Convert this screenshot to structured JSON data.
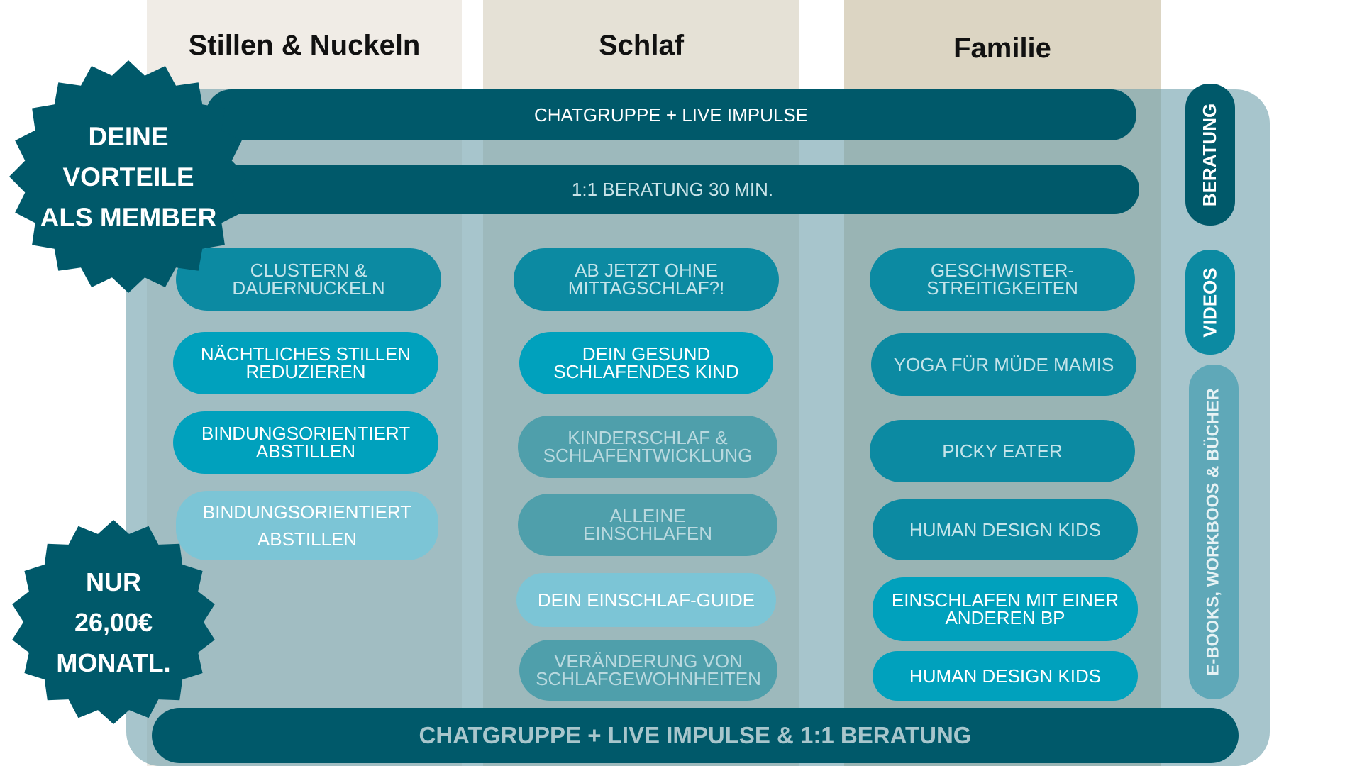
{
  "columns": {
    "stillen": "Stillen & Nuckeln",
    "schlaf": "Schlaf",
    "familie": "Familie"
  },
  "bars": {
    "top1": "CHATGRUPPE + LIVE IMPULSE",
    "top2": "1:1 BERATUNG 30 MIN.",
    "bottom": "CHATGRUPPE + LIVE IMPULSE & 1:1 BERATUNG"
  },
  "side_tabs": {
    "beratung": "BERATUNG",
    "videos": "VIDEOS",
    "ebooks": "E-BOOKS, WORKBOOS & BÜCHER"
  },
  "badges": {
    "member": [
      "DEINE",
      "VORTEILE",
      "ALS MEMBER"
    ],
    "price": [
      "NUR",
      "26,00€",
      "MONATL."
    ]
  },
  "stillen_items": [
    [
      "CLUSTERN &",
      "DAUERNUCKELN"
    ],
    [
      "NÄCHTLICHES STILLEN",
      "REDUZIEREN"
    ],
    [
      "BINDUNGSORIENTIERT",
      "ABSTILLEN"
    ],
    [
      "BINDUNGSORIENTIERT",
      "ABSTILLEN"
    ]
  ],
  "schlaf_items": [
    [
      "AB JETZT OHNE",
      "MITTAGSCHLAF?!"
    ],
    [
      "DEIN GESUND",
      "SCHLAFENDES KIND"
    ],
    [
      "KINDERSCHLAF &",
      "SCHLAFENTWICKLUNG"
    ],
    [
      "ALLEINE",
      "EINSCHLAFEN"
    ],
    [
      "DEIN EINSCHLAF-GUIDE"
    ],
    [
      "VERÄNDERUNG VON",
      "SCHLAFGEWOHNHEITEN"
    ]
  ],
  "familie_items": [
    [
      "GESCHWISTER-",
      "STREITIGKEITEN"
    ],
    [
      "YOGA FÜR MÜDE MAMIS"
    ],
    [
      "PICKY EATER"
    ],
    [
      "HUMAN DESIGN KIDS"
    ],
    [
      "EINSCHLAFEN MIT EINER",
      "ANDEREN BP"
    ],
    [
      "HUMAN DESIGN KIDS"
    ]
  ],
  "colors": {
    "dark_teal": "#00596a",
    "teal": "#0c8aa2",
    "bright_teal": "#00a1bd",
    "light_teal": "#7cc5d6",
    "muted_teal": "#4f9fab",
    "panel": "#a8c6cc",
    "col1_head": "#f0ece6",
    "col2_head": "#e5e1d6",
    "col3_head": "#dcd5c3"
  }
}
